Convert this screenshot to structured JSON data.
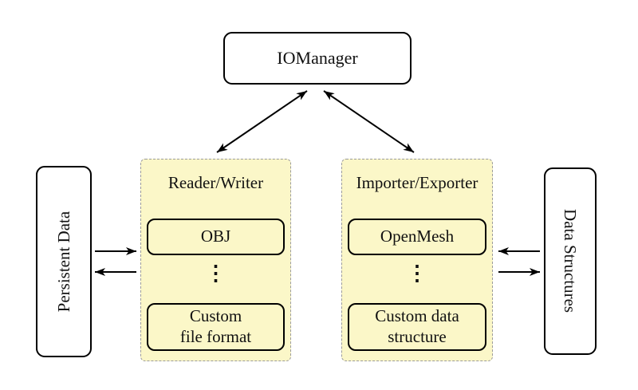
{
  "colors": {
    "group_fill": "#FBF7C8",
    "group_border": "#9B9B9B",
    "node_fill": "#FFFFFF",
    "line": "#000000"
  },
  "nodes": {
    "iomanager": "IOManager",
    "persistent_data": "Persistent Data",
    "data_structures": "Data Structures"
  },
  "groups": {
    "reader_writer": {
      "title": "Reader/Writer",
      "top_item": "OBJ",
      "ellipsis": "⋮",
      "bottom_item_line1": "Custom",
      "bottom_item_line2": "file format"
    },
    "importer_exporter": {
      "title": "Importer/Exporter",
      "top_item": "OpenMesh",
      "ellipsis": "⋮",
      "bottom_item_line1": "Custom data",
      "bottom_item_line2": "structure"
    }
  }
}
